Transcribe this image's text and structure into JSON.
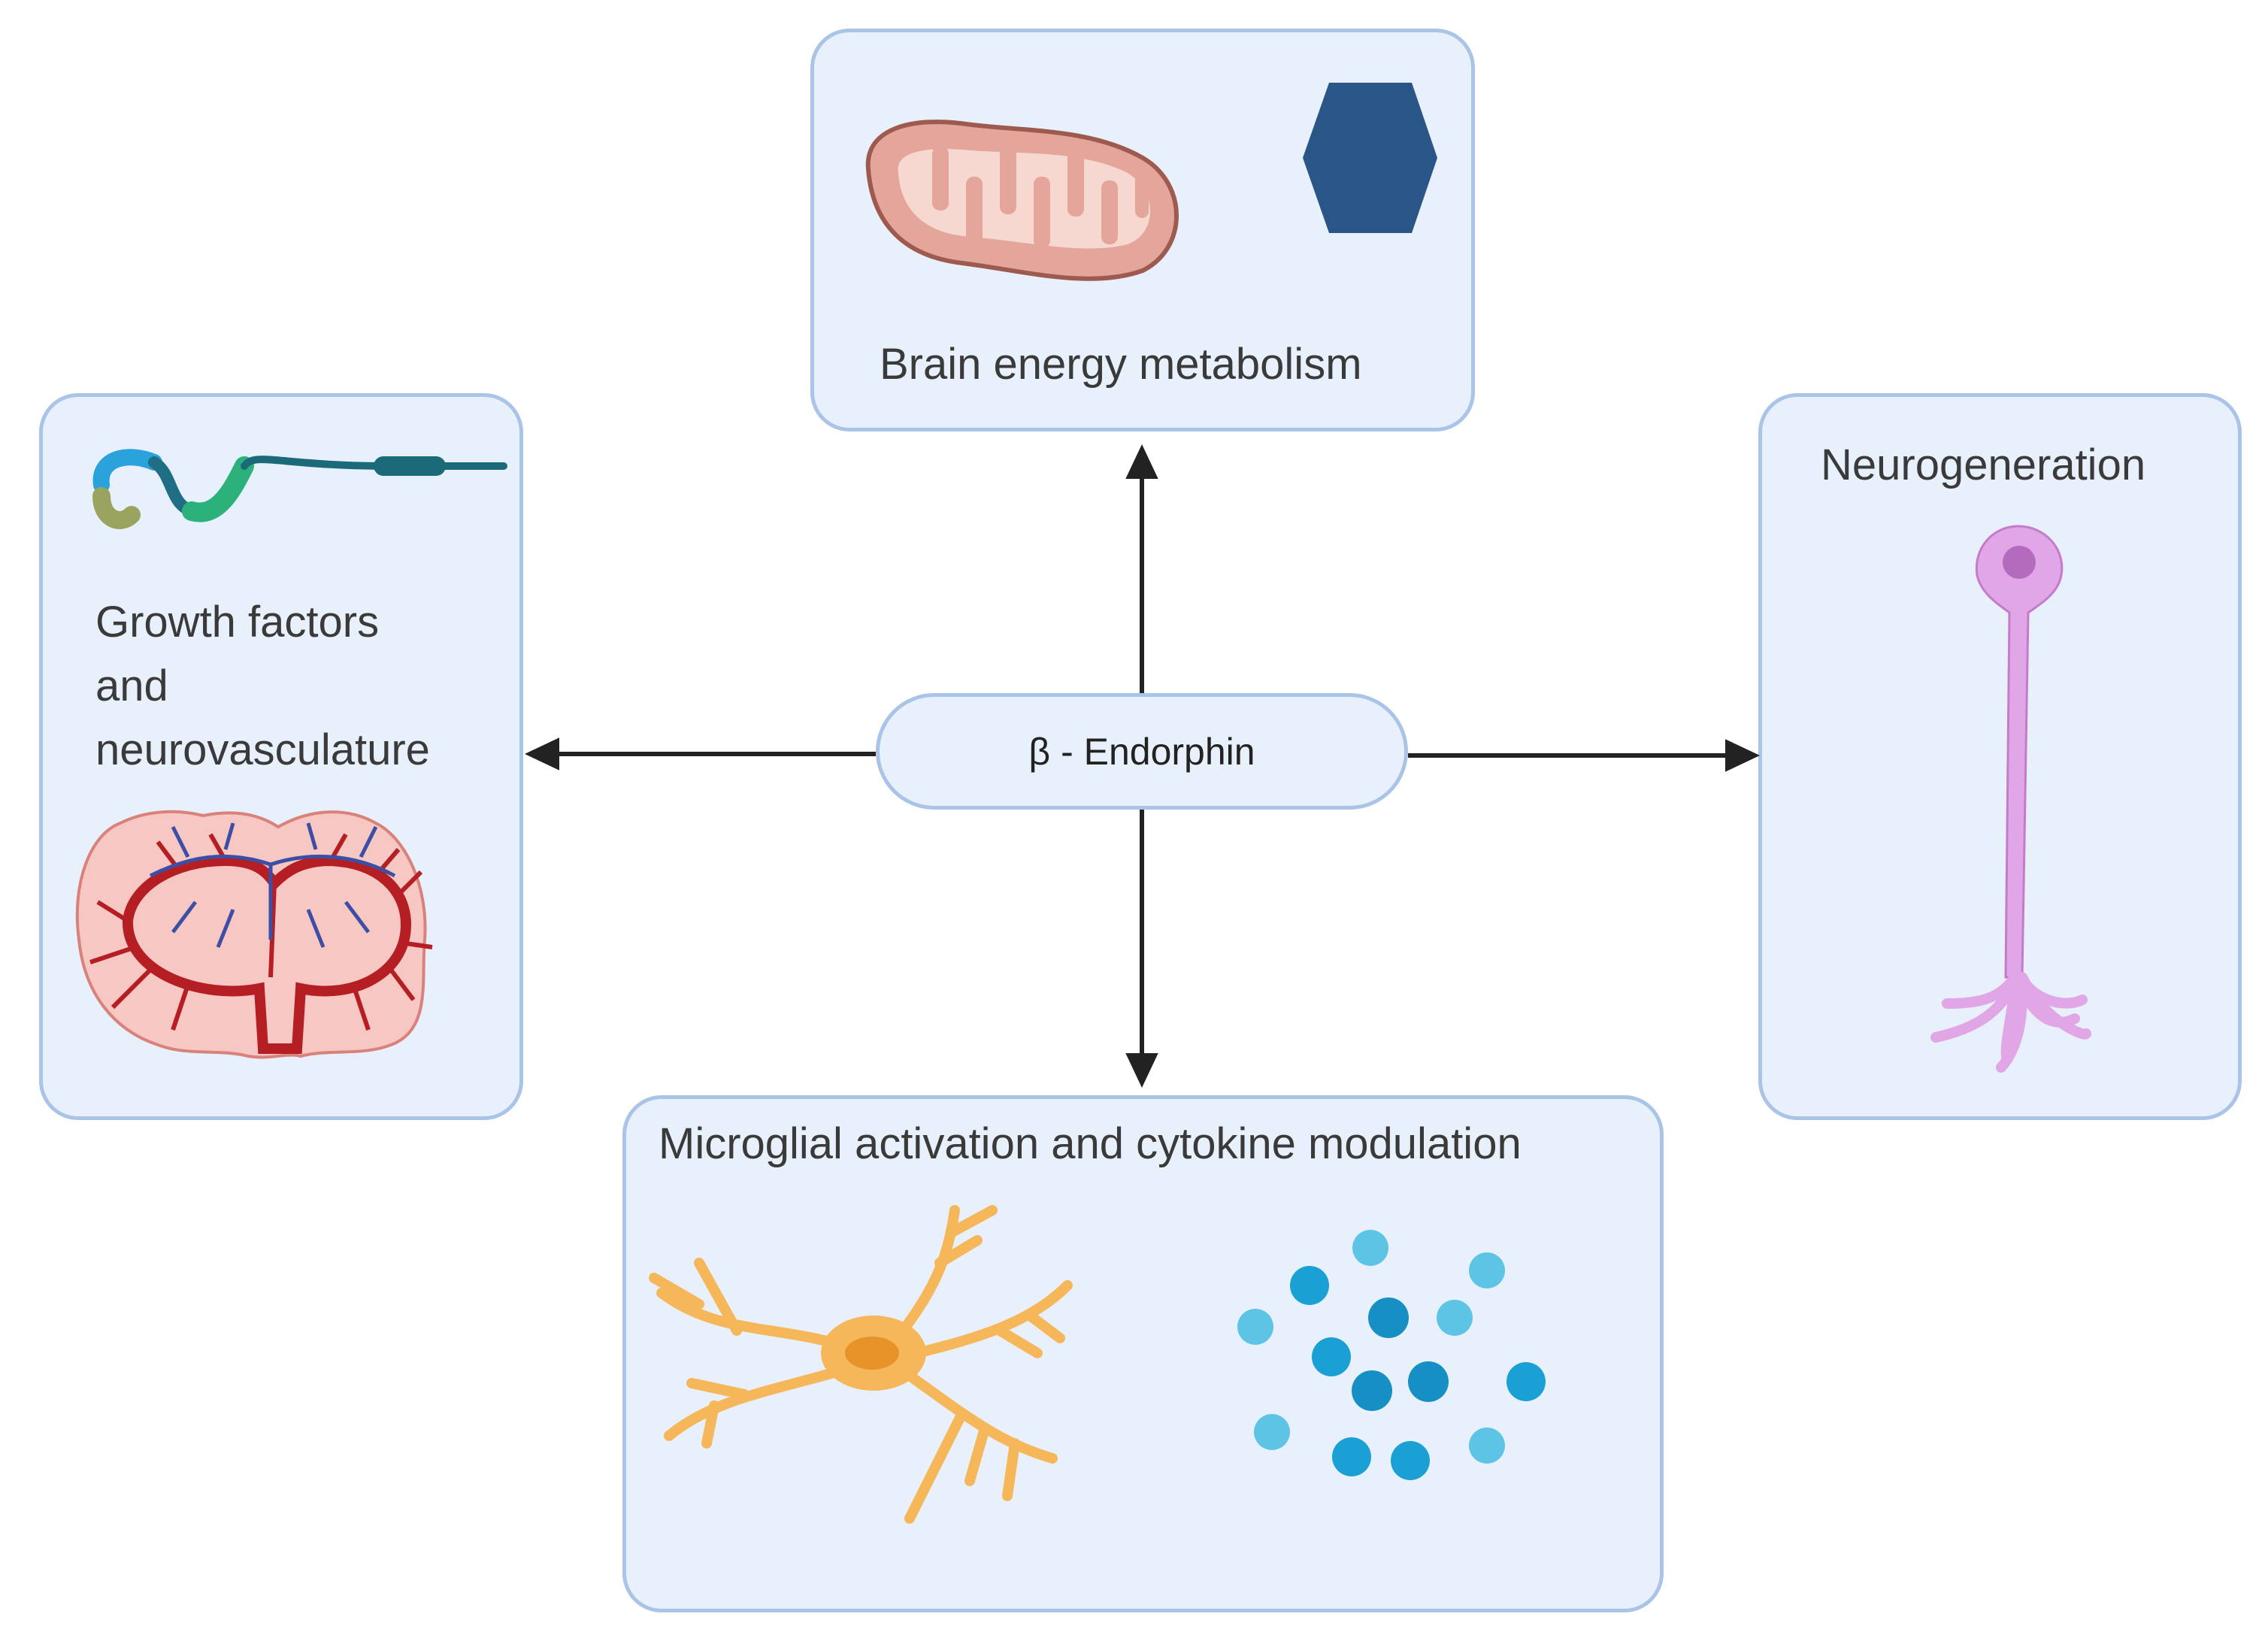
{
  "center": {
    "label": "β - Endorphin"
  },
  "boxes": {
    "energy": {
      "label": "Brain energy metabolism"
    },
    "growth": {
      "line1": "Growth factors",
      "line2": "and",
      "line3": "neurovasculature"
    },
    "neuro": {
      "label": "Neurogeneration"
    },
    "micro": {
      "label": "Microglial activation and cytokine modulation"
    }
  },
  "colors": {
    "box_fill": "#e8f1fb",
    "box_border": "#a9c4e6",
    "mitochondrion": "#e4a59a",
    "hexagon": "#2a5587",
    "neuron": "#e1a6e6",
    "microglia": "#f6b75a",
    "cytokine": "#1aa0d4",
    "artery": "#b51e23",
    "vein": "#3c4fa5"
  },
  "icons": [
    "mitochondrion-icon",
    "hexagon-icon",
    "protein-chain-icon",
    "brain-vasculature-icon",
    "neuron-icon",
    "microglia-icon",
    "cytokines-icon"
  ]
}
